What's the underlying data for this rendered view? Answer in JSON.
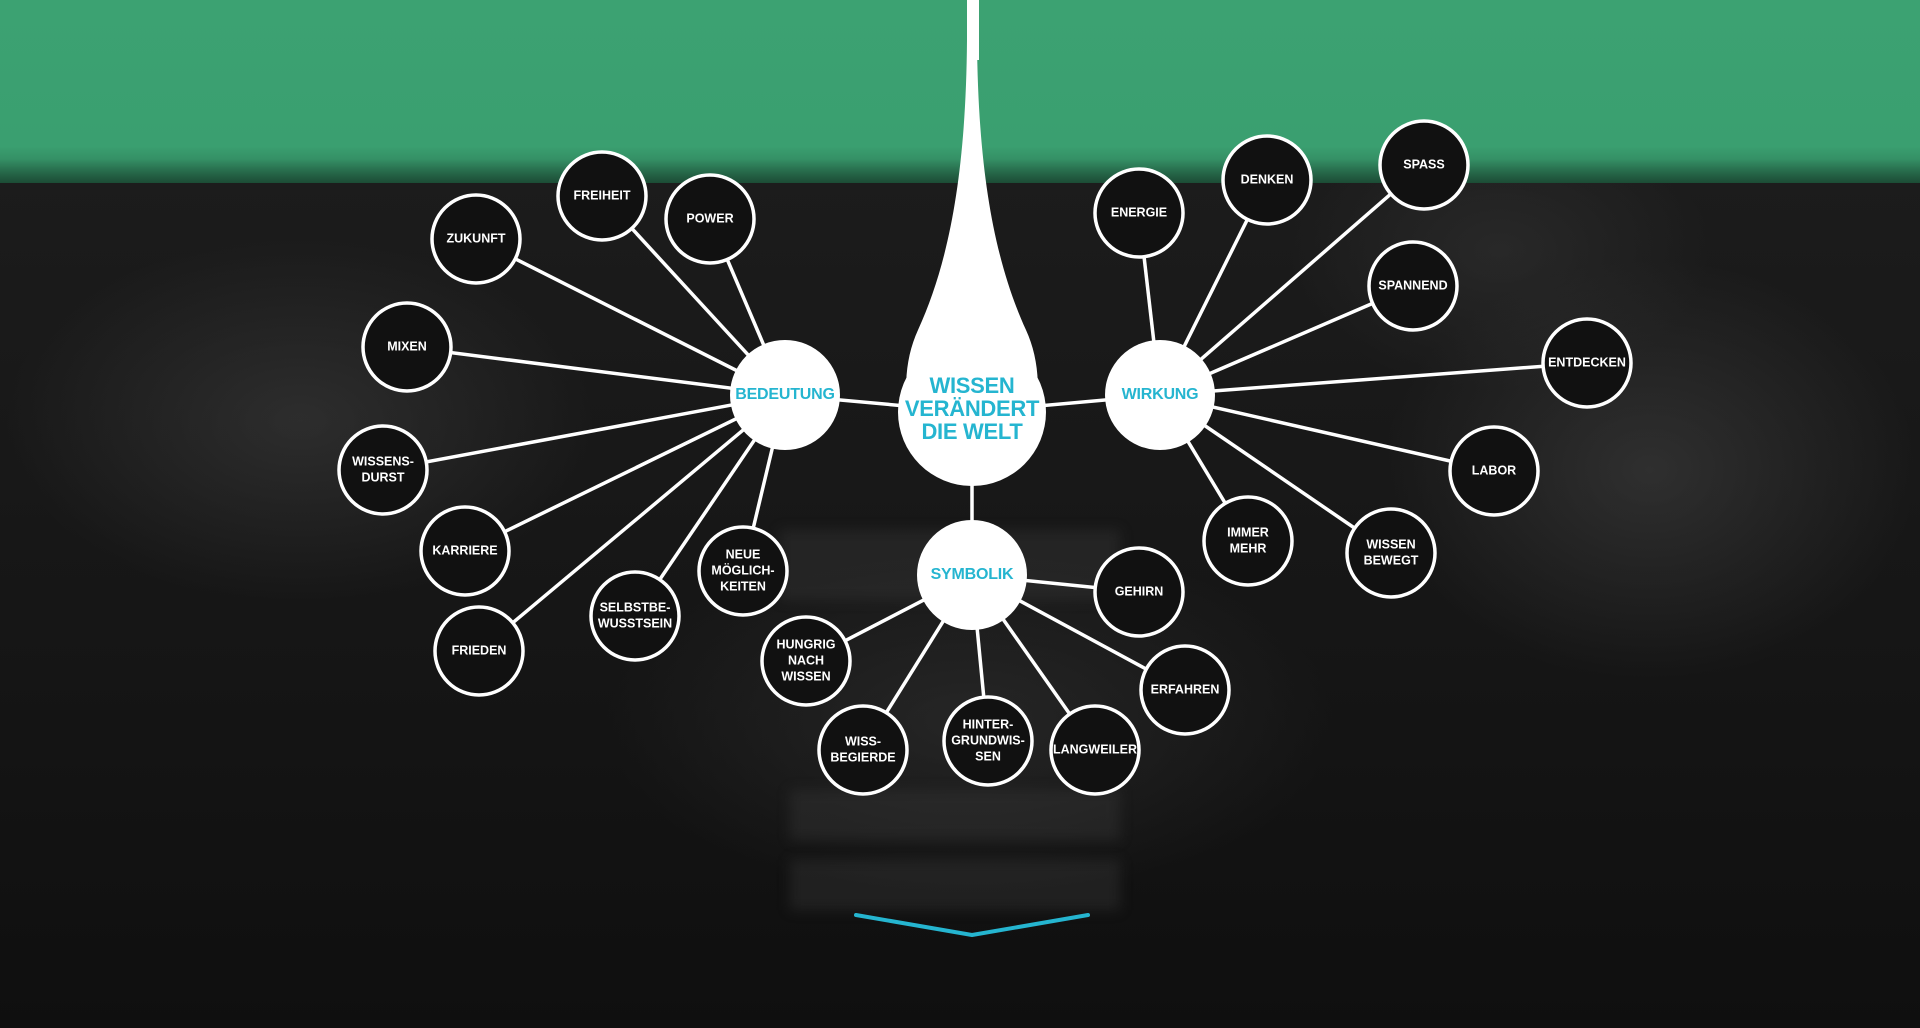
{
  "diagram": {
    "center": {
      "lines": [
        "WISSEN",
        "VERÄNDERT",
        "DIE WELT"
      ]
    },
    "hubs": [
      {
        "id": "bedeutung",
        "label": [
          "BEDEUTUNG"
        ],
        "children": [
          {
            "lines": [
              "ZUKUNFT"
            ]
          },
          {
            "lines": [
              "FREIHEIT"
            ]
          },
          {
            "lines": [
              "POWER"
            ]
          },
          {
            "lines": [
              "MIXEN"
            ]
          },
          {
            "lines": [
              "WISSENS-",
              "DURST"
            ]
          },
          {
            "lines": [
              "KARRIERE"
            ]
          },
          {
            "lines": [
              "FRIEDEN"
            ]
          },
          {
            "lines": [
              "SELBSTBE-",
              "WUSSTSEIN"
            ]
          },
          {
            "lines": [
              "NEUE",
              "MÖGLICH-",
              "KEITEN"
            ]
          }
        ]
      },
      {
        "id": "wirkung",
        "label": [
          "WIRKUNG"
        ],
        "children": [
          {
            "lines": [
              "ENERGIE"
            ]
          },
          {
            "lines": [
              "DENKEN"
            ]
          },
          {
            "lines": [
              "SPASS"
            ]
          },
          {
            "lines": [
              "SPANNEND"
            ]
          },
          {
            "lines": [
              "ENTDECKEN"
            ]
          },
          {
            "lines": [
              "LABOR"
            ]
          },
          {
            "lines": [
              "WISSEN",
              "BEWEGT"
            ]
          },
          {
            "lines": [
              "IMMER",
              "MEHR"
            ]
          }
        ]
      },
      {
        "id": "symbolik",
        "label": [
          "SYMBOLIK"
        ],
        "children": [
          {
            "lines": [
              "HUNGRIG",
              "NACH",
              "WISSEN"
            ]
          },
          {
            "lines": [
              "WISS-",
              "BEGIERDE"
            ]
          },
          {
            "lines": [
              "HINTER-",
              "GRUNDWIS-",
              "SEN"
            ]
          },
          {
            "lines": [
              "LANGWEILER"
            ]
          },
          {
            "lines": [
              "ERFAHREN"
            ]
          },
          {
            "lines": [
              "GEHIRN"
            ]
          }
        ]
      }
    ]
  },
  "colors": {
    "green_band": "#3ca272",
    "accent_cyan": "#25b5d0",
    "background": "#141414",
    "node_stroke": "#ffffff"
  },
  "icons": {
    "scroll_down": "chevron-down-icon"
  }
}
